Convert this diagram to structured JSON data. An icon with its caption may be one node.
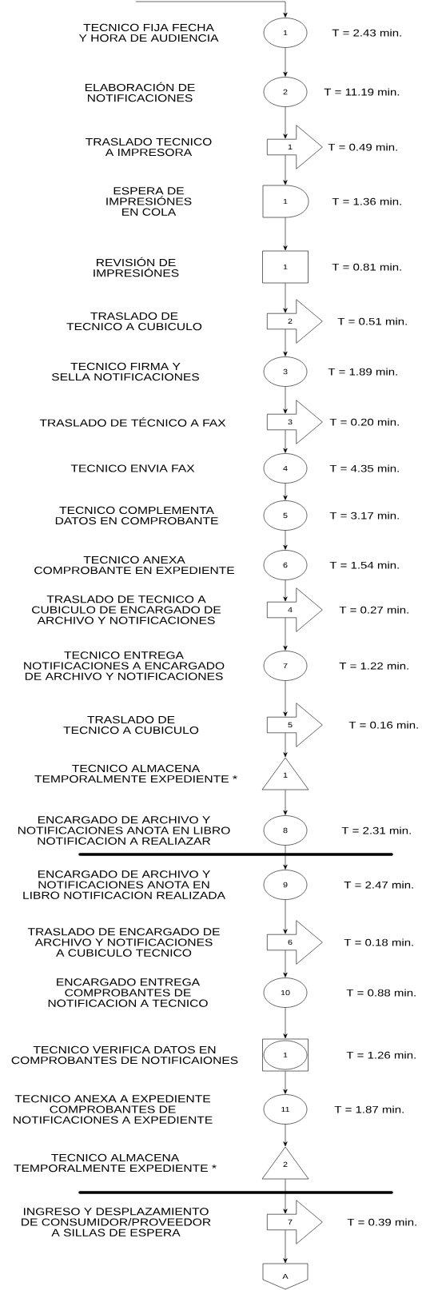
{
  "diagram": {
    "nodes": [
      {
        "text": [
          "1"
        ],
        "beside": [
          "T = 2.43 min."
        ]
      },
      {
        "text": [
          "2"
        ],
        "beside": [
          "T = 11.19 min."
        ]
      },
      {
        "text": [
          "1"
        ],
        "beside": [
          "T = 0.49 min."
        ]
      },
      {
        "text": [
          "1"
        ],
        "beside": [
          "T = 1.36 min."
        ]
      },
      {
        "text": [
          "1"
        ],
        "beside": [
          "T = 0.81 min."
        ]
      },
      {
        "text": [
          "2"
        ],
        "beside": [
          "T = 0.51 min."
        ]
      },
      {
        "text": [
          "3"
        ],
        "beside": [
          "T = 1.89 min."
        ]
      },
      {
        "text": [
          "3"
        ],
        "beside": [
          "T = 0.20 min."
        ]
      },
      {
        "text": [
          "4"
        ],
        "beside": [
          "T = 4.35 min."
        ]
      },
      {
        "text": [
          "5"
        ],
        "beside": [
          "T = 3.17 min."
        ]
      },
      {
        "text": [
          "6"
        ],
        "beside": [
          "T = 1.54 min."
        ]
      },
      {
        "text": [
          "4"
        ],
        "beside": [
          "T = 0.27 min."
        ]
      },
      {
        "text": [
          "7"
        ],
        "beside": [
          "T = 1.22 min."
        ]
      },
      {
        "text": [
          "5"
        ],
        "beside": [
          "T = 0.16 min."
        ]
      },
      {
        "text": [
          "1"
        ]
      },
      {
        "text": [
          "8"
        ],
        "beside": [
          "T = 2.31 min."
        ]
      },
      {
        "text": [
          "9"
        ],
        "beside": [
          "T = 2.47 min."
        ]
      },
      {
        "text": [
          "6"
        ],
        "beside": [
          "T = 0.18 min."
        ]
      },
      {
        "text": [
          "10"
        ],
        "beside": [
          "T = 0.88 min."
        ]
      },
      {
        "text": [
          "1"
        ],
        "beside": [
          "T = 1.26 min."
        ]
      },
      {
        "text": [
          "11"
        ],
        "beside": [
          "T = 1.87 min."
        ]
      },
      {
        "text": [
          "2"
        ]
      },
      {
        "text": [
          "7"
        ],
        "beside": [
          "T = 0.39 min."
        ]
      },
      {
        "text": [
          "A"
        ]
      }
    ],
    "edges": [
      {
        "from": null,
        "to": 0,
        "arrow": "to"
      },
      {
        "from": 0,
        "to": 1,
        "arrow": "to"
      },
      {
        "from": 1,
        "to": 2,
        "arrow": "to"
      },
      {
        "from": 2,
        "to": 3,
        "arrow": "to"
      },
      {
        "from": 3,
        "to": 4,
        "arrow": "to"
      },
      {
        "from": 4,
        "to": 5,
        "arrow": "to"
      },
      {
        "from": 5,
        "to": 6,
        "arrow": "to"
      },
      {
        "from": 6,
        "to": 7,
        "arrow": "to"
      },
      {
        "from": 7,
        "to": 8,
        "arrow": "to"
      },
      {
        "from": 8,
        "to": 9,
        "arrow": "to"
      },
      {
        "from": 9,
        "to": 10,
        "arrow": "to"
      },
      {
        "from": 10,
        "to": 11,
        "arrow": "to"
      },
      {
        "from": 11,
        "to": 12,
        "arrow": "to"
      },
      {
        "from": 12,
        "to": 13,
        "arrow": "to"
      },
      {
        "from": 13,
        "to": 14,
        "arrow": "to"
      },
      {
        "from": 14,
        "to": 15,
        "arrow": "to"
      },
      {
        "from": 15,
        "to": 16,
        "arrow": "to"
      },
      {
        "from": 16,
        "to": 17,
        "arrow": "to"
      },
      {
        "from": 17,
        "to": 18,
        "arrow": "to"
      },
      {
        "from": 18,
        "to": 19,
        "arrow": "to"
      },
      {
        "from": 19,
        "to": 20,
        "arrow": "to"
      },
      {
        "from": 20,
        "to": 21,
        "arrow": "to"
      },
      {
        "from": 21,
        "to": 22,
        "arrow": "to"
      },
      {
        "from": 22,
        "to": 23,
        "arrow": "to"
      }
    ],
    "labels": [
      "TECNICO FIJA FECHA Y HORA DE AUDIENCIA",
      "ELABORACIÓN DE NOTIFICACIONES",
      "TRASLADO TECNICO A IMPRESORA",
      "ESPERA DE IMPRESIÓNES EN COLA",
      "REVISIÓN DE IMPRESIÓNES",
      "TRASLADO DE TECNICO A CUBICULO",
      "TECNICO FIRMA Y SELLA NOTIFICACIONES",
      "TRASLADO DE TÉCNICO A FAX",
      "TECNICO ENVIA FAX",
      "TECNICO COMPLEMENTA DATOS EN COMPROBANTE",
      "TECNICO ANEXA COMPROBANTE EN EXPEDIENTE",
      "TRASLADO DE TECNICO A CUBICULO DE ENCARGADO DE ARCHIVO Y NOTIFICACIONES",
      "TECNICO ENTREGA NOTIFICACIONES A ENCARGADO DE ARCHIVO Y NOTIFICACIONES",
      "TRASLADO DE TECNICO A CUBICULO",
      "TECNICO ALMACENA TEMPORALMENTE EXPEDIENTE *",
      "ENCARGADO DE ARCHIVO Y NOTIFICACIONES ANOTA EN LIBRO NOTIFICACION A REALIAZAR",
      "ENCARGADO DE ARCHIVO Y NOTIFICACIONES ANOTA EN LIBRO NOTIFICACION REALIZADA",
      "TRASLADO DE ENCARGADO DE ARCHIVO Y NOTIFICACIONES A CUBICULO TECNICO",
      "ENCARGADO ENTREGA COMPROBANTES DE NOTIFICACION A TECNICO",
      "TECNICO VERIFICA DATOS EN COMPROBANTES DE NOTIFICAIONES",
      "TECNICO ANEXA A EXPEDIENTE COMPROBANTES DE NOTIFICACIONES A EXPEDIENTE",
      "TECNICO ALMACENA TEMPORALMENTE EXPEDIENTE *",
      "INGRESO Y DESPLAZAMIENTO DE CONSUMIDOR/PROVEEDOR A SILLAS DE ESPERA"
    ]
  }
}
